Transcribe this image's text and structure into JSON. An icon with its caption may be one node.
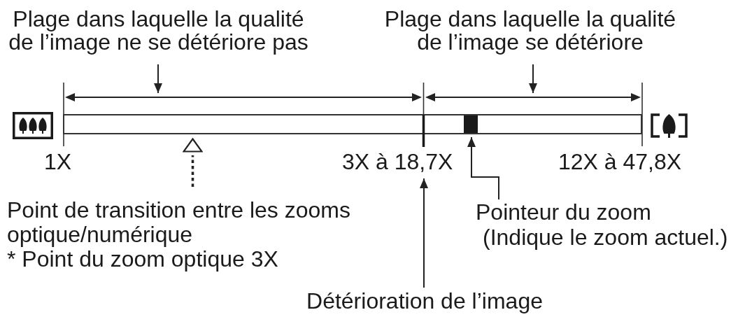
{
  "diagram": {
    "nodes": [
      {
        "text": [
          "Plage dans laquelle la qualité de l’image ne se détériore pas"
        ]
      },
      {
        "text": [
          "Plage dans laquelle la qualité de l’image se détériore"
        ]
      },
      {
        "text": [],
        "shape": "double-arrow"
      },
      {
        "text": [],
        "shape": "double-arrow"
      },
      {
        "text": [],
        "shape": "bar"
      },
      {
        "text": [],
        "shape": "box",
        "in": 4
      },
      {
        "text": [],
        "shape": "triangle"
      },
      {
        "text": [
          "3X à 18,7X"
        ]
      },
      {
        "text": [
          "Point de transition entre les zooms optique/numérique",
          "* Point du zoom optique 3X"
        ]
      },
      {
        "text": [
          "Pointeur du zoom",
          "(Indique le zoom actuel.)"
        ]
      },
      {
        "text": [
          "Détérioration de l’image"
        ]
      }
    ],
    "edges": [
      {
        "from": 0,
        "to": 2,
        "arrow": "to"
      },
      {
        "from": 1,
        "to": 3,
        "arrow": "to"
      },
      {
        "from": 8,
        "to": 6,
        "arrow": "none",
        "style": "dashed"
      },
      {
        "from": 9,
        "to": 5,
        "arrow": "to"
      },
      {
        "from": 10,
        "to": 7,
        "arrow": "to"
      }
    ],
    "labels": [
      "1X",
      "12X à 47,8X"
    ]
  }
}
